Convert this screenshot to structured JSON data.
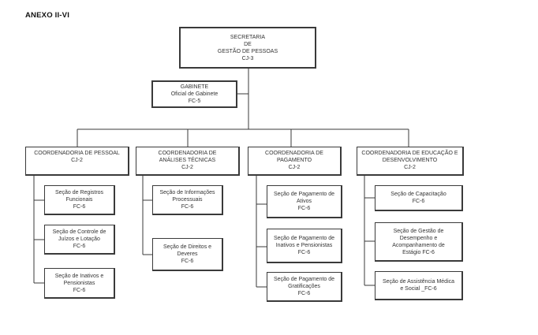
{
  "header": {
    "title": "ANEXO II-VI"
  },
  "secretaria": {
    "line1": "SECRETARIA",
    "line2": "DE",
    "line3": "GESTÃO DE PESSOAS",
    "code": "CJ-3"
  },
  "gabinete": {
    "name": "GABINETE",
    "role": "Oficial de Gabinete",
    "code": "FC-5"
  },
  "coord_pessoal": {
    "name": "COORDENADORIA DE PESSOAL",
    "code": "CJ-2",
    "secoes": [
      {
        "name": "Seção de Registros\nFuncionais",
        "code": "FC-6"
      },
      {
        "name": "Seção de Controle de\nJuízos e Lotação",
        "code": "FC-6"
      },
      {
        "name": "Seção de Inativos e\nPensionistas",
        "code": "FC-6"
      }
    ]
  },
  "coord_analises": {
    "name": "COORDENADORIA DE\nANÁLISES TÉCNICAS",
    "code": "CJ-2",
    "secoes": [
      {
        "name": "Seção de Informações\nProcessuais",
        "code": "FC-6"
      },
      {
        "name": "Seção de Direitos e\nDeveres",
        "code": "FC-6"
      }
    ]
  },
  "coord_pagamento": {
    "name": "COORDENADORIA DE\nPAGAMENTO",
    "code": "CJ-2",
    "secoes": [
      {
        "name": "Seção de Pagamento de\nAtivos",
        "code": "FC-6"
      },
      {
        "name": "Seção de Pagamento de\nInativos e Pensionistas",
        "code": "FC-6"
      },
      {
        "name": "Seção de Pagamento de\nGratificações",
        "code": "FC-6"
      }
    ]
  },
  "coord_educacao": {
    "name": "COORDENADORIA DE EDUCAÇÃO E\nDESENVOLVIMENTO",
    "code": "CJ-2",
    "secoes": [
      {
        "name": "Seção de Capacitação",
        "code": "FC-6"
      },
      {
        "name": "Seção de Gestão de\nDesempenho e\nAcompanhamento de\nEstágio FC-6",
        "code": ""
      },
      {
        "name": "Seção de Assistência Médica\ne Social _FC-6",
        "code": ""
      }
    ]
  }
}
